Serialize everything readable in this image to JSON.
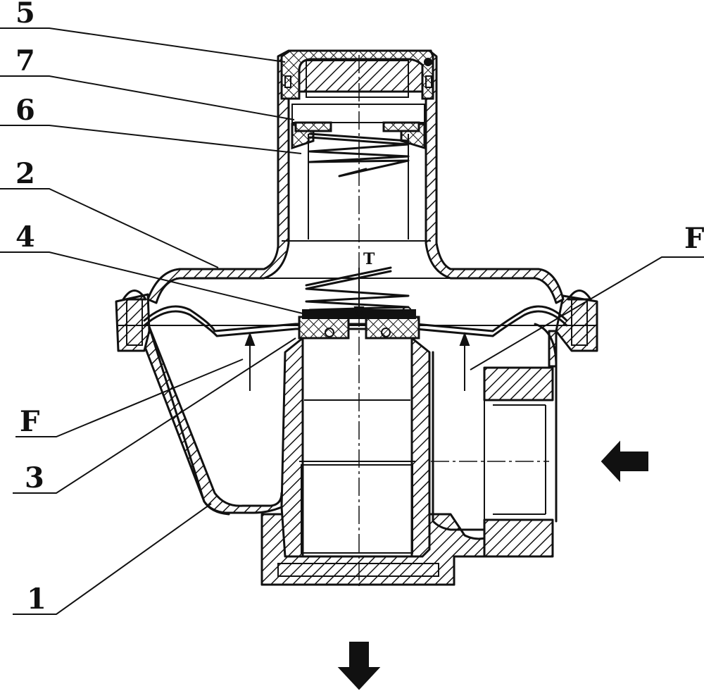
{
  "labels": {
    "part_5": "5",
    "part_7": "7",
    "part_6": "6",
    "part_2": "2",
    "part_4": "4",
    "part_3": "3",
    "part_1": "1",
    "force_left": "F",
    "force_right": "F",
    "tension": "T"
  },
  "colors": {
    "ink": "#111111",
    "paper": "#ffffff"
  }
}
